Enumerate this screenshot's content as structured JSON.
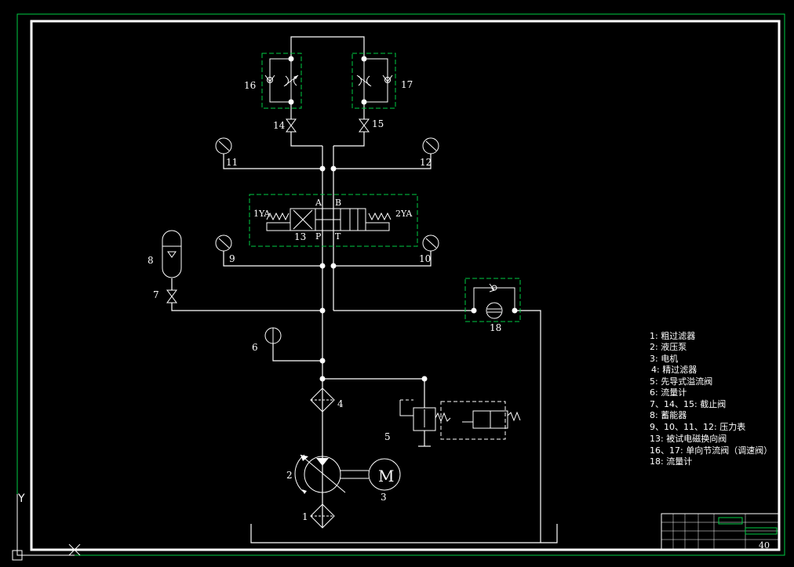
{
  "labels": {
    "c1": "1",
    "c2": "2",
    "c3": "3",
    "c4": "4",
    "c5": "5",
    "c6": "6",
    "c7": "7",
    "c8": "8",
    "c9": "9",
    "c10": "10",
    "c11": "11",
    "c12": "12",
    "c13": "13",
    "c14": "14",
    "c15": "15",
    "c16": "16",
    "c17": "17",
    "c18": "18"
  },
  "ports": {
    "a": "A",
    "b": "B",
    "p": "P",
    "t": "T"
  },
  "solenoids": {
    "left": "1YA",
    "right": "2YA"
  },
  "motor_symbol": "M",
  "legend": [
    "1: 粗过滤器",
    "2: 液压泵",
    "3: 电机",
    "4: 精过滤器",
    "5: 先导式溢流阀",
    "6: 流量计",
    "7、14、15: 截止阀",
    "8: 蓄能器",
    "9、10、11、12: 压力表",
    "13: 被试电磁换向阀",
    "16、17: 单向节流阀（调速阀）",
    "18: 流量计"
  ],
  "title_block": {
    "drawing_no": "40"
  },
  "ucs": {
    "y_axis": "Y"
  },
  "colors": {
    "background": "#000000",
    "line": "#ffffff",
    "frame": "#00cc44",
    "dash_box": "#00cc44"
  }
}
